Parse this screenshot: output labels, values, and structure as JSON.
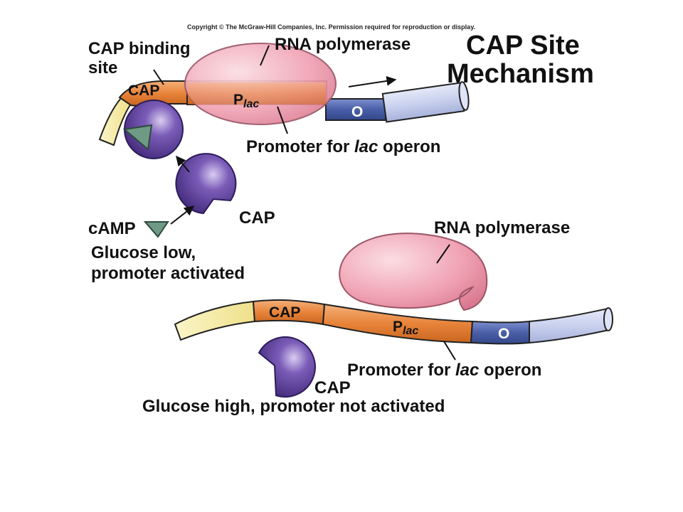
{
  "copyright": "Copyright © The McGraw-Hill Companies, Inc. Permission required for reproduction or display.",
  "title": {
    "line1": "CAP Site",
    "line2": "Mechanism"
  },
  "top": {
    "cap_binding_site": {
      "line1": "CAP binding",
      "line2": "site"
    },
    "rna_polymerase": "RNA polymerase",
    "cap_segment": "CAP",
    "plac_p": "P",
    "plac_sub": "lac",
    "operator": "O",
    "promoter": {
      "prefix": "Promoter for ",
      "ital": "lac",
      "suffix": " operon"
    },
    "cap_protein": "CAP",
    "camp": "cAMP",
    "caption": {
      "line1": "Glucose low,",
      "line2": "promoter activated"
    }
  },
  "bottom": {
    "rna_polymerase": "RNA polymerase",
    "cap_segment": "CAP",
    "plac_p": "P",
    "plac_sub": "lac",
    "operator": "O",
    "promoter": {
      "prefix": "Promoter for ",
      "ital": "lac",
      "suffix": " operon"
    },
    "cap_protein": "CAP",
    "caption": "Glucose high, promoter not activated"
  },
  "colors": {
    "yellow_dna": "#f5eaa0",
    "orange_dna": "#e8843a",
    "blue_operator": "#4a5fa8",
    "light_blue_dna": "#c9d1ee",
    "polymerase_pink": "#f0a3b4",
    "cap_purple": "#5a3d96",
    "camp_green": "#6f9a86"
  }
}
